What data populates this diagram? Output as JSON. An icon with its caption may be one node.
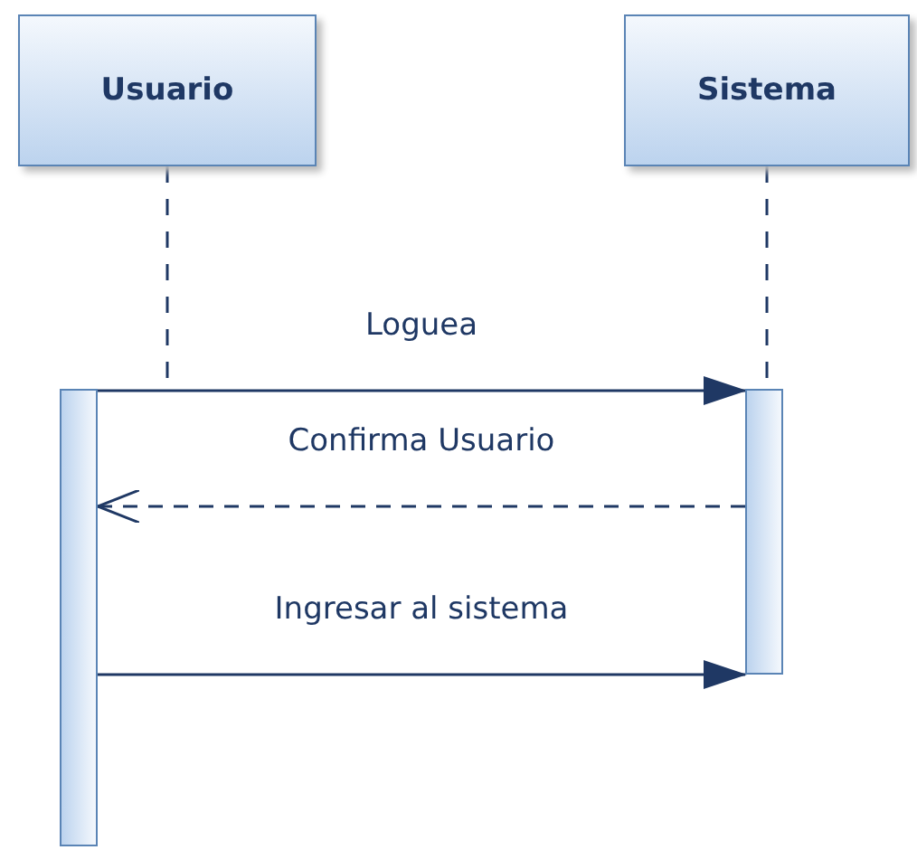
{
  "diagram": {
    "nodes": [
      {
        "text": [
          "Usuario"
        ]
      },
      {
        "text": [
          "Sistema"
        ]
      },
      {
        "text": [],
        "shape": "bar"
      },
      {
        "text": [],
        "shape": "bar"
      }
    ],
    "edges": [
      {
        "from": 0,
        "to": 2,
        "arrow": "none",
        "style": "dashed"
      },
      {
        "from": 1,
        "to": 3,
        "arrow": "none",
        "style": "dashed"
      },
      {
        "from": 2,
        "to": 3,
        "arrow": "to",
        "label": "Loguea"
      },
      {
        "from": 3,
        "to": 2,
        "arrow": "to",
        "label": "Confirma Usuario",
        "style": "dashed"
      },
      {
        "from": 2,
        "to": 3,
        "arrow": "to",
        "label": "Ingresar al sistema"
      }
    ]
  }
}
